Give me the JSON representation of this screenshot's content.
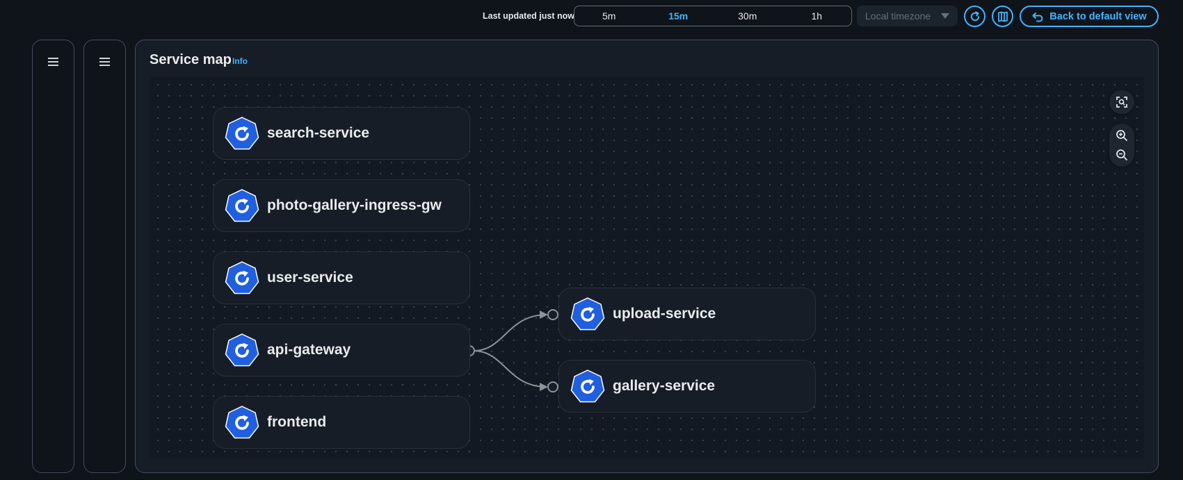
{
  "toolbar": {
    "last_updated": "Last updated just now",
    "ranges": [
      "5m",
      "15m",
      "30m",
      "1h"
    ],
    "active_range": "15m",
    "timezone_placeholder": "Local timezone",
    "back_button_label": "Back to default view",
    "accent_color": "#42b4ff"
  },
  "panel": {
    "title": "Service map",
    "info_label": "Info"
  },
  "nodes": {
    "search_service": "search-service",
    "photo_gallery_ingress_gw": "photo-gallery-ingress-gw",
    "user_service": "user-service",
    "api_gateway": "api-gateway",
    "frontend": "frontend",
    "upload_service": "upload-service",
    "gallery_service": "gallery-service"
  },
  "edges": [
    {
      "from": "api-gateway",
      "to": "upload-service"
    },
    {
      "from": "api-gateway",
      "to": "gallery-service"
    }
  ],
  "icons": {
    "node": "kubernetes-service-icon",
    "refresh": "refresh-icon",
    "map": "map-icon",
    "back": "undo-arrow-icon",
    "fit": "fit-view-icon",
    "zoom_in": "zoom-in-icon",
    "zoom_out": "zoom-out-icon",
    "menu": "hamburger-menu-icon"
  },
  "colors": {
    "node_icon_fill": "#1f5fe0",
    "edge": "#8d9299"
  }
}
